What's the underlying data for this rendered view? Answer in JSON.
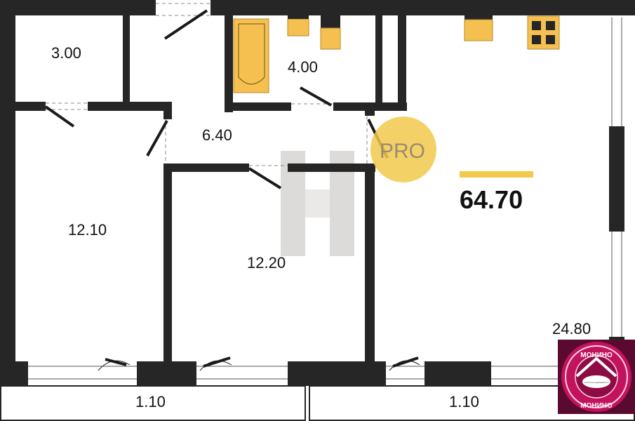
{
  "plan": {
    "total_area": "64.70",
    "rooms": {
      "storage": "3.00",
      "bathroom": "4.00",
      "hallway": "6.40",
      "bedroom_left": "12.10",
      "bedroom_middle": "12.20",
      "living_kitchen": "24.80",
      "balcony_left": "1.10",
      "balcony_right": "1.10"
    },
    "badge": "PRO"
  },
  "logo": {
    "name_top": "МОНИНО",
    "name_bottom": "МОНИНО",
    "subtitle": "Агентство недвижимости"
  },
  "colors": {
    "wall": "#262626",
    "fixture": "#f5c04f",
    "accent": "#f2c94c",
    "logo": "#c2135e"
  }
}
